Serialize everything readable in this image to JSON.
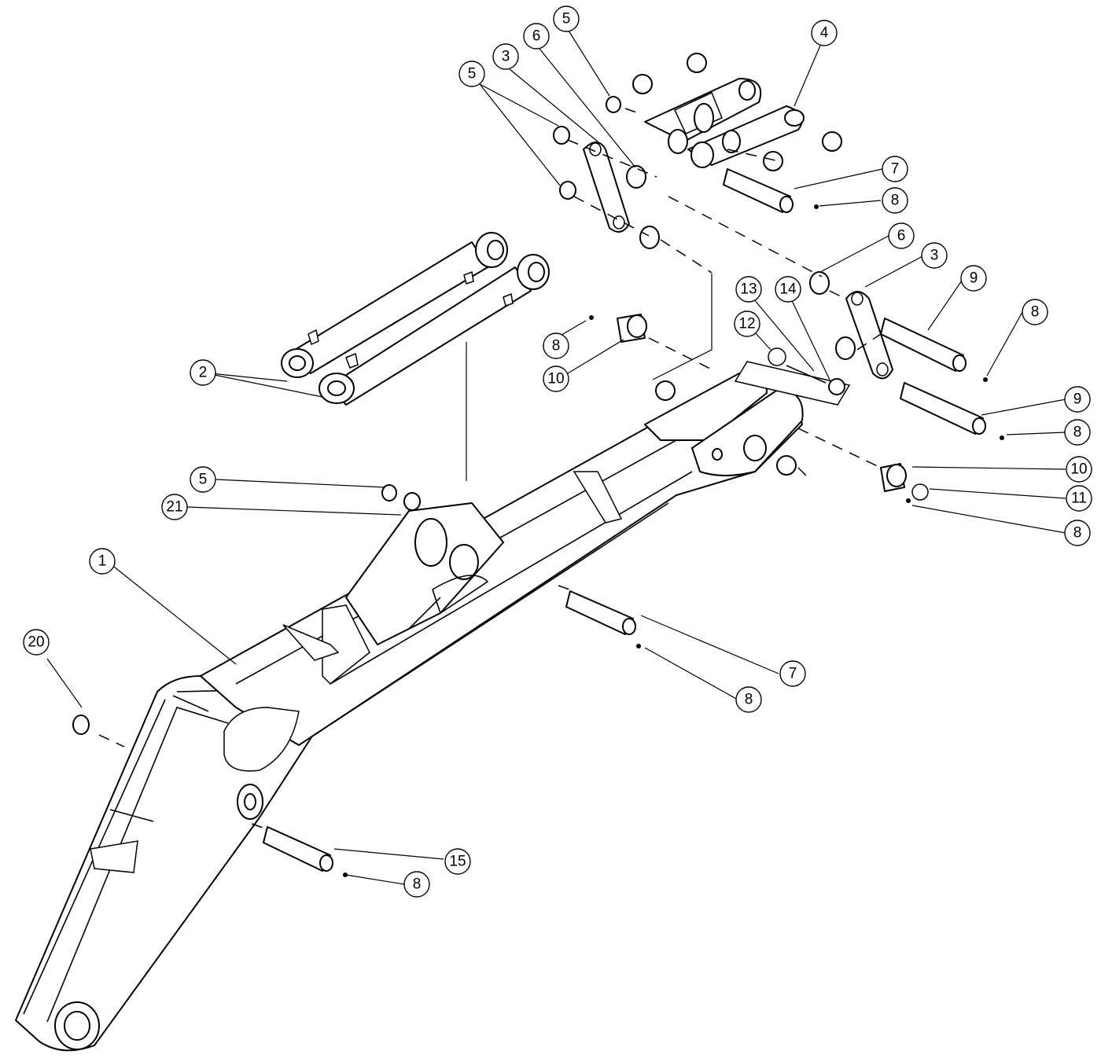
{
  "diagram": {
    "callouts": [
      {
        "id": "c-4",
        "label": "4"
      },
      {
        "id": "c-5a",
        "label": "5"
      },
      {
        "id": "c-6a",
        "label": "6"
      },
      {
        "id": "c-3a",
        "label": "3"
      },
      {
        "id": "c-5b",
        "label": "5"
      },
      {
        "id": "c-7a",
        "label": "7"
      },
      {
        "id": "c-8a",
        "label": "8"
      },
      {
        "id": "c-6b",
        "label": "6"
      },
      {
        "id": "c-3b",
        "label": "3"
      },
      {
        "id": "c-9a",
        "label": "9"
      },
      {
        "id": "c-13",
        "label": "13"
      },
      {
        "id": "c-14",
        "label": "14"
      },
      {
        "id": "c-12",
        "label": "12"
      },
      {
        "id": "c-8b",
        "label": "8"
      },
      {
        "id": "c-8c",
        "label": "8"
      },
      {
        "id": "c-10a",
        "label": "10"
      },
      {
        "id": "c-2",
        "label": "2"
      },
      {
        "id": "c-9b",
        "label": "9"
      },
      {
        "id": "c-8d",
        "label": "8"
      },
      {
        "id": "c-10b",
        "label": "10"
      },
      {
        "id": "c-5c",
        "label": "5"
      },
      {
        "id": "c-11",
        "label": "11"
      },
      {
        "id": "c-21",
        "label": "21"
      },
      {
        "id": "c-8e",
        "label": "8"
      },
      {
        "id": "c-1",
        "label": "1"
      },
      {
        "id": "c-7b",
        "label": "7"
      },
      {
        "id": "c-20",
        "label": "20"
      },
      {
        "id": "c-8f",
        "label": "8"
      },
      {
        "id": "c-15",
        "label": "15"
      },
      {
        "id": "c-8g",
        "label": "8"
      }
    ]
  }
}
